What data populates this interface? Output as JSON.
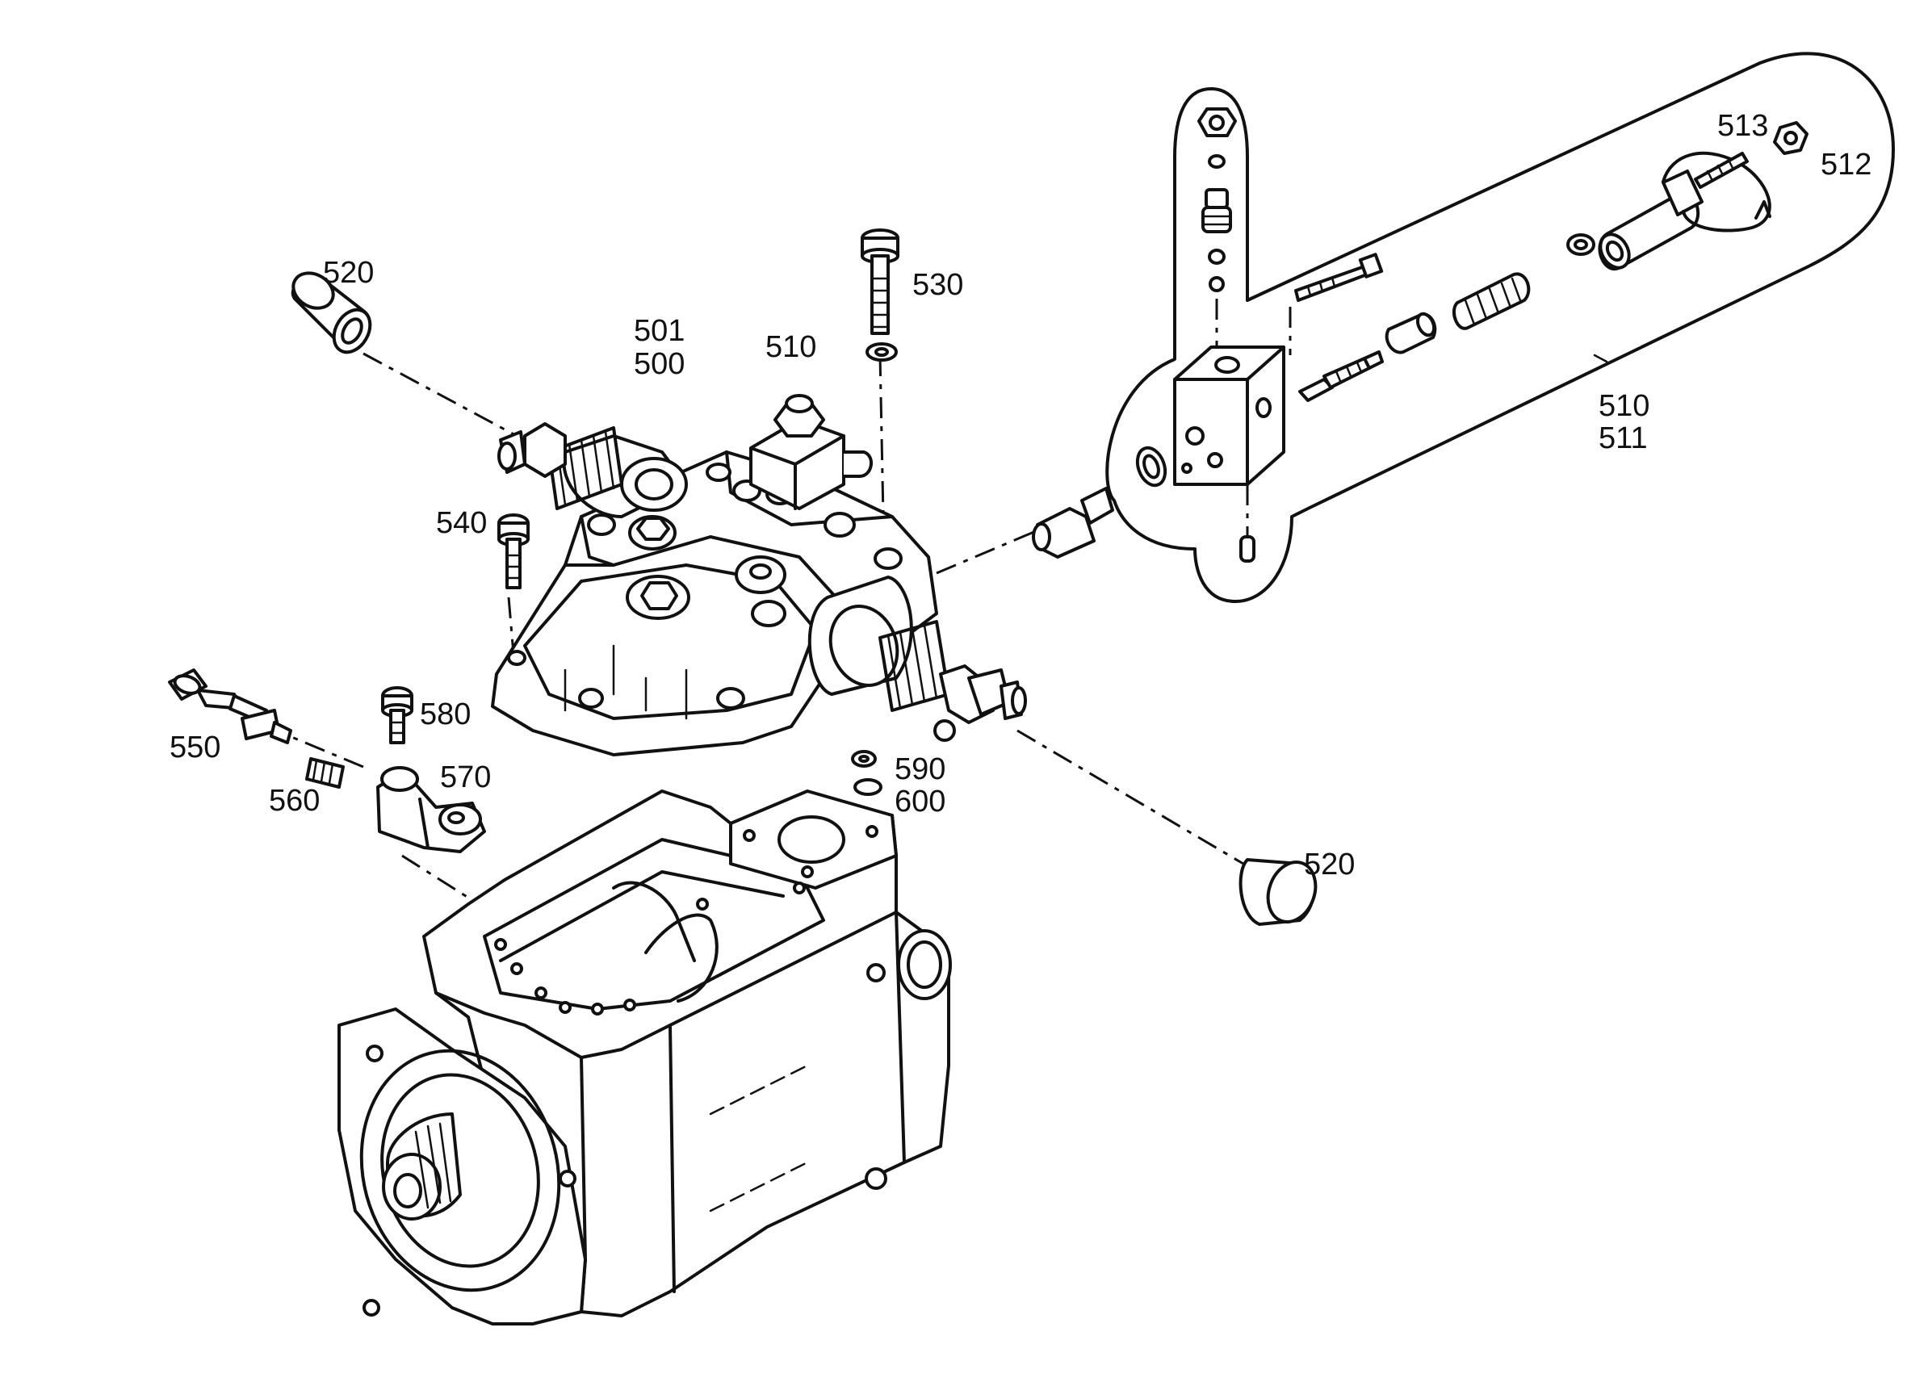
{
  "diagram": {
    "callouts": {
      "c520_top": "520",
      "c530": "530",
      "c501": "501",
      "c500": "500",
      "c510": "510",
      "c540": "540",
      "c580": "580",
      "c570": "570",
      "c550": "550",
      "c560": "560",
      "c590": "590",
      "c600": "600",
      "c520_bottom": "520",
      "c513": "513",
      "c512": "512",
      "c510_detail": "510",
      "c511_detail": "511"
    }
  }
}
